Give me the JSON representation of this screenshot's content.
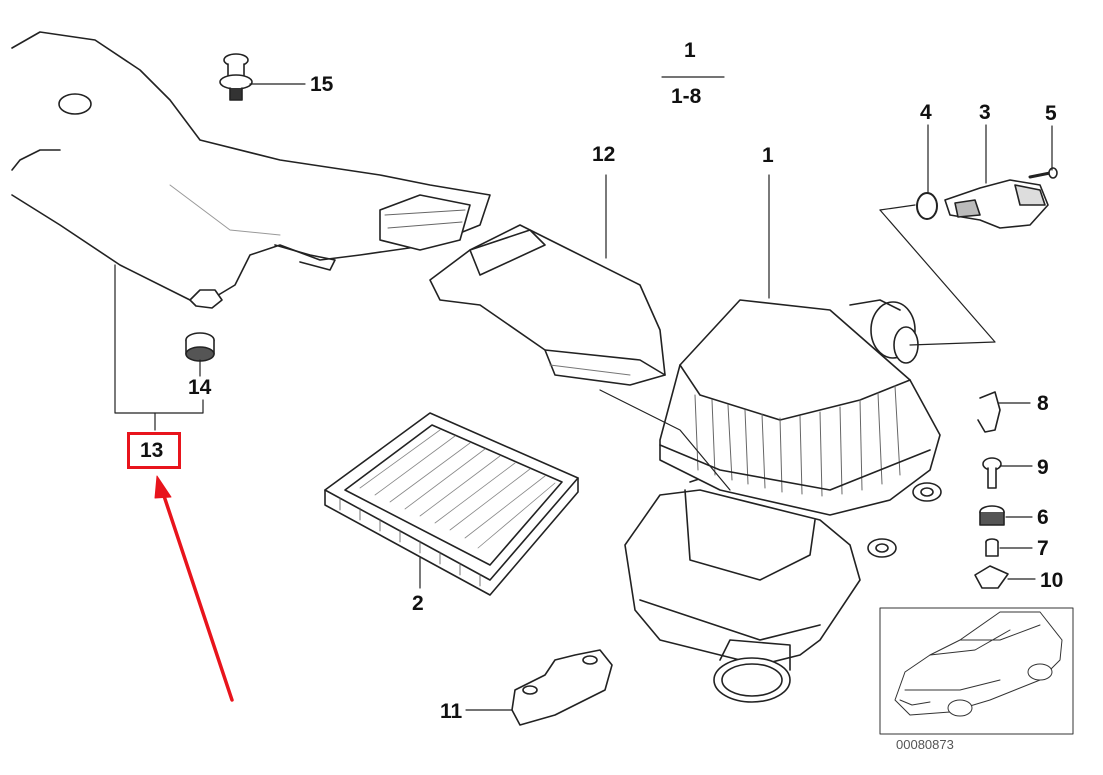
{
  "diagram": {
    "callouts": {
      "c1_top": "1",
      "c1_range": "1-8",
      "c15": "15",
      "c12": "12",
      "c1": "1",
      "c4": "4",
      "c3": "3",
      "c5": "5",
      "c14": "14",
      "c13": "13",
      "c8": "8",
      "c9": "9",
      "c6": "6",
      "c7": "7",
      "c10": "10",
      "c2": "2",
      "c11": "11"
    },
    "highlighted_part": "13",
    "highlight_color": "#e8141c",
    "inset_image_id": "00080873",
    "line_color": "#222222",
    "part_fill": "#ffffff",
    "shading_color": "#888888"
  }
}
